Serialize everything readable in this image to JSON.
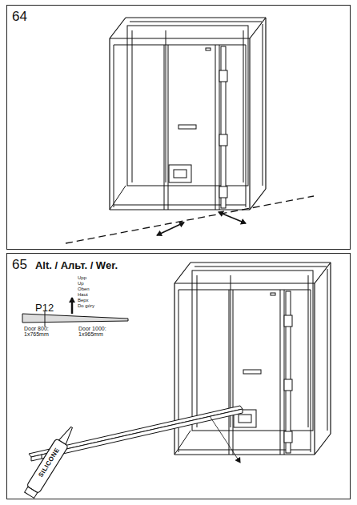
{
  "diagram": {
    "nodes": [
      {
        "text": [
          "64"
        ]
      },
      {
        "text": [
          "65",
          "Alt. / Альт. / Wer."
        ]
      }
    ],
    "labels": [
      "P12",
      "Upp",
      "Up",
      "Oben",
      "Haut",
      "Верх",
      "Do góry",
      "Door 800: 1x765mm",
      "Door 1000: 1x965mm",
      "SILICONE"
    ]
  }
}
